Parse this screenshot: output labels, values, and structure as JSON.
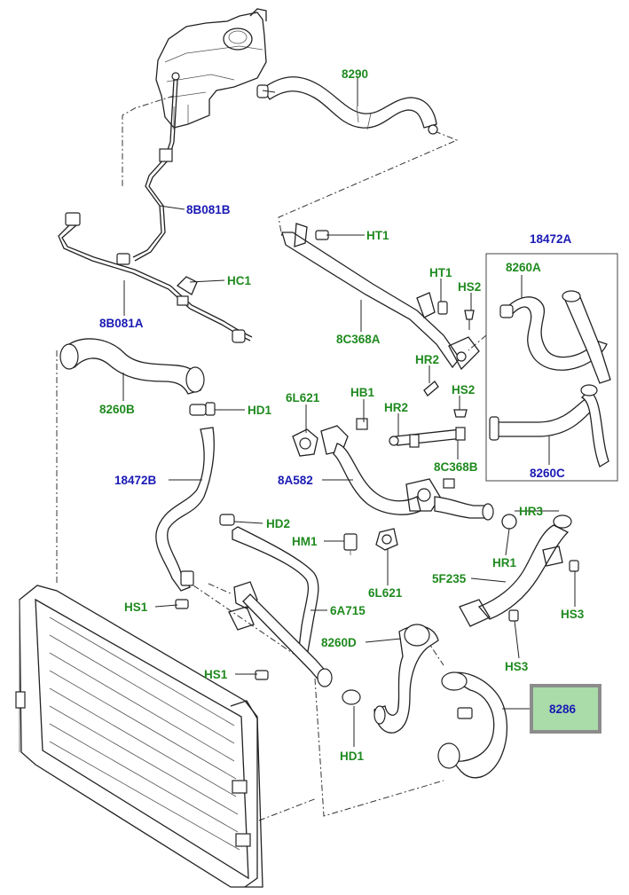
{
  "diagram": {
    "labels": {
      "l8290": "8290",
      "l8B081B": "8B081B",
      "lHT1a": "HT1",
      "l18472A": "18472A",
      "l8260A": "8260A",
      "lHT1b": "HT1",
      "lHS2a": "HS2",
      "lHC1": "HC1",
      "l8B081A": "8B081A",
      "l8C368A": "8C368A",
      "lHR2a": "HR2",
      "lHS2b": "HS2",
      "l8260B": "8260B",
      "lHD1a": "HD1",
      "l6L621a": "6L621",
      "lHB1": "HB1",
      "lHR2b": "HR2",
      "l8C368B": "8C368B",
      "l18472B": "18472B",
      "l8A582": "8A582",
      "l8260C": "8260C",
      "lHD2": "HD2",
      "lHR3": "HR3",
      "lHM1": "HM1",
      "lHR1": "HR1",
      "l5F235": "5F235",
      "l6L621b": "6L621",
      "lHS1a": "HS1",
      "l6A715": "6A715",
      "lHS3a": "HS3",
      "l8260D": "8260D",
      "lHS3b": "HS3",
      "lHS1b": "HS1",
      "l8286": "8286",
      "lHD1b": "HD1"
    },
    "colors": {
      "part_number_label": "#1f8a1f",
      "assembly_label": "#1a1ab4",
      "highlight_box_fill": "#a9dca9",
      "highlight_box_border": "#8c8c8c"
    },
    "highlighted_part": "8286"
  }
}
